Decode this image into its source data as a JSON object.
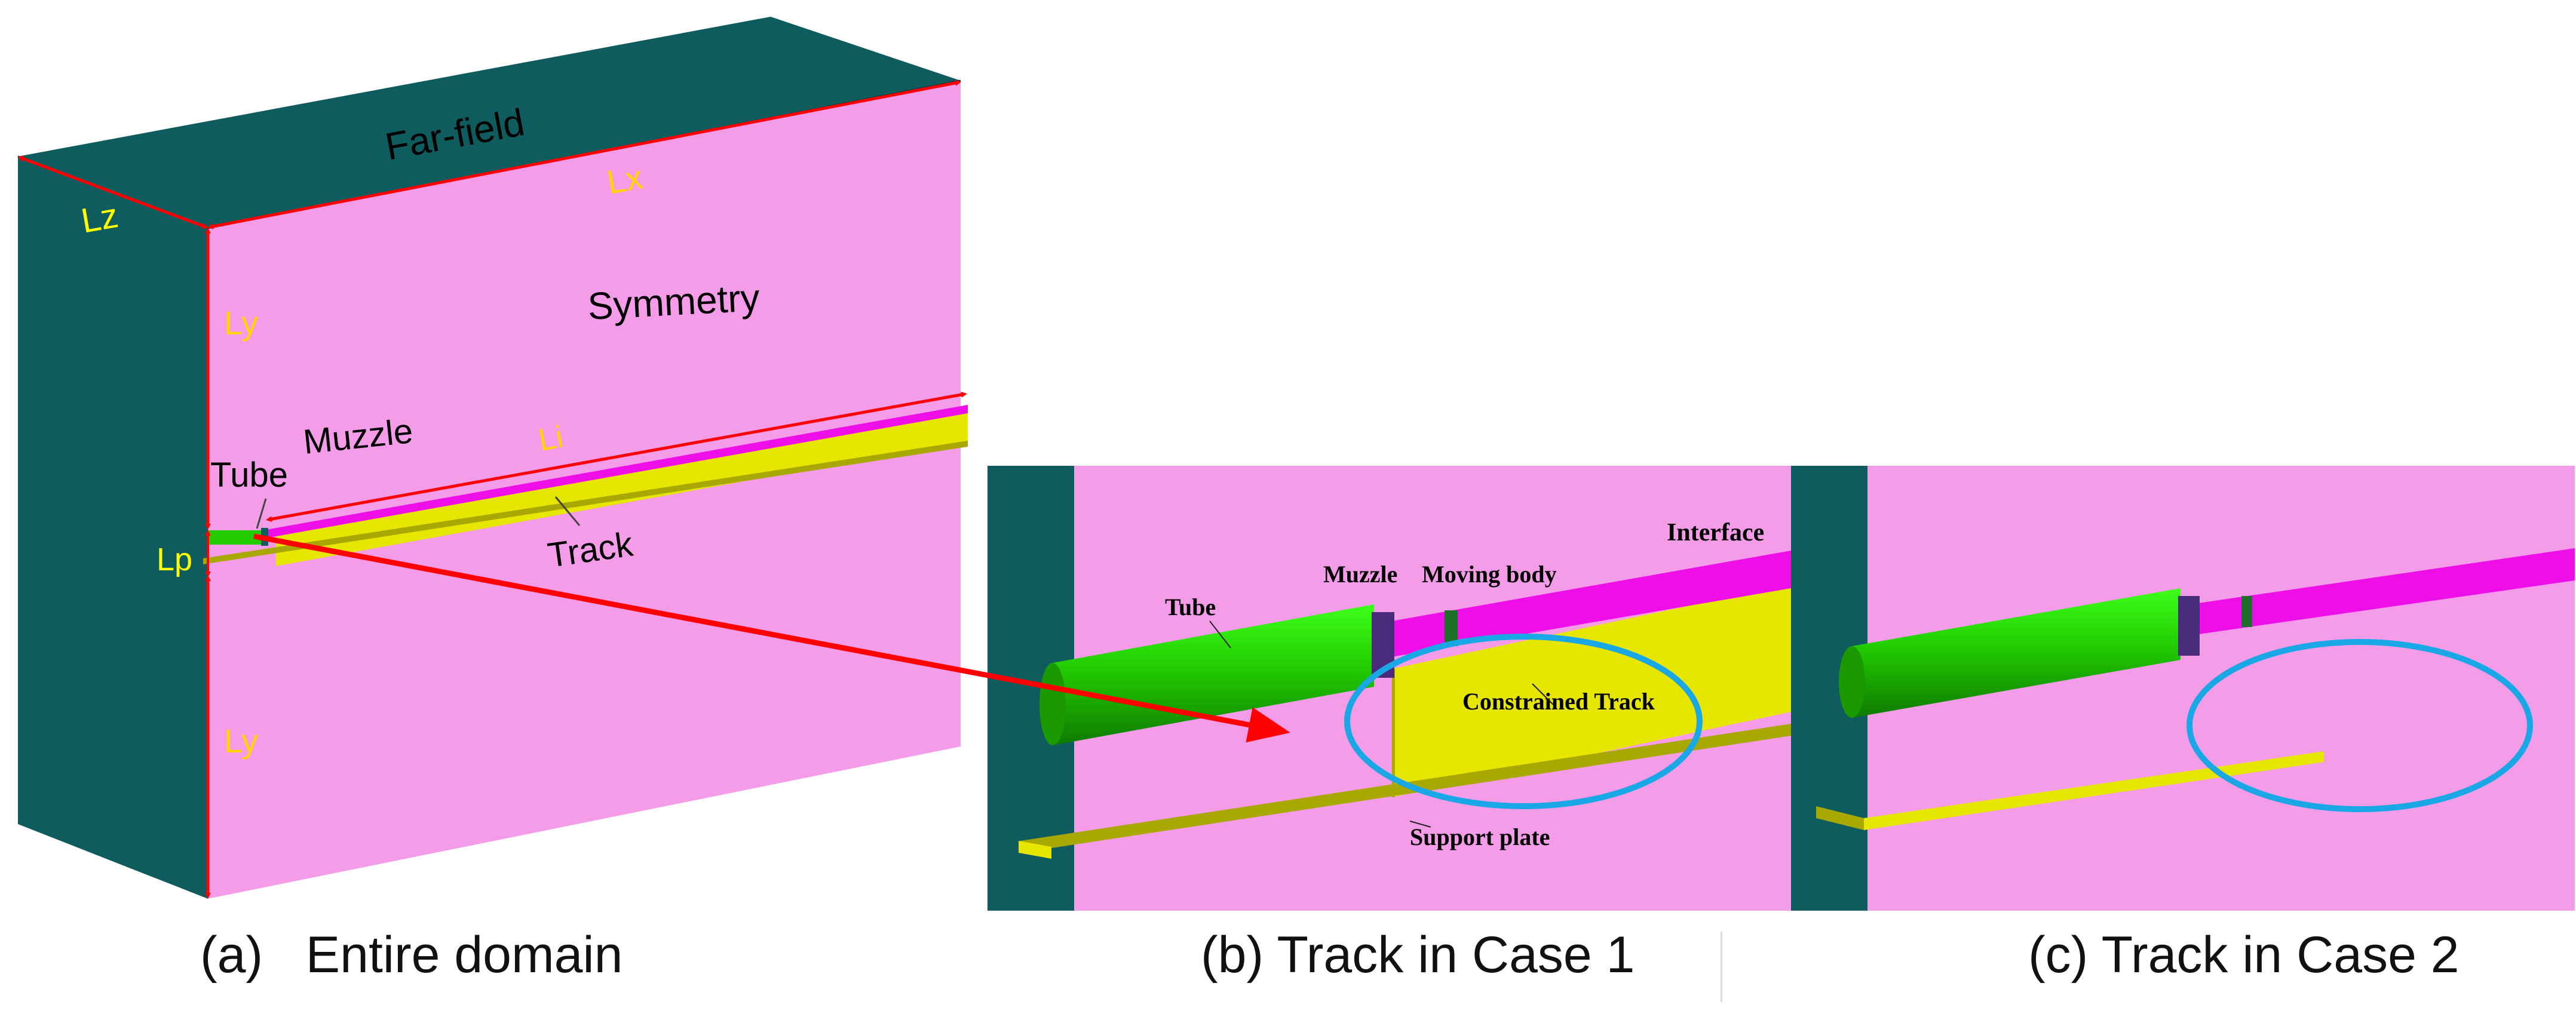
{
  "panel_a": {
    "labels": {
      "far_field": "Far-field",
      "lz": "Lz",
      "lx": "Lx",
      "ly_top": "Ly",
      "ly_bottom": "Ly",
      "symmetry": "Symmetry",
      "li": "Li",
      "muzzle": "Muzzle",
      "tube": "Tube",
      "lp": "Lp",
      "track": "Track"
    },
    "caption": "(a)   Entire domain"
  },
  "panel_b": {
    "labels": {
      "interface": "Interface",
      "muzzle": "Muzzle",
      "moving_body": "Moving body",
      "tube": "Tube",
      "constrained_track": "Constrained Track",
      "support_plate": "Support plate"
    },
    "caption": "(b) Track in Case 1"
  },
  "panel_c": {
    "caption": "(c) Track in Case 2"
  },
  "colors": {
    "far_field": "#0e5c5e",
    "symmetry": "#f59ce9",
    "interface": "#ee0ee8",
    "track": "#e6e600",
    "tube": "#22cc00",
    "support_plate": "#a8a800",
    "dimension": "#ff0000",
    "dimension_label": "#ffff00",
    "highlight": "#1aa7e6"
  }
}
